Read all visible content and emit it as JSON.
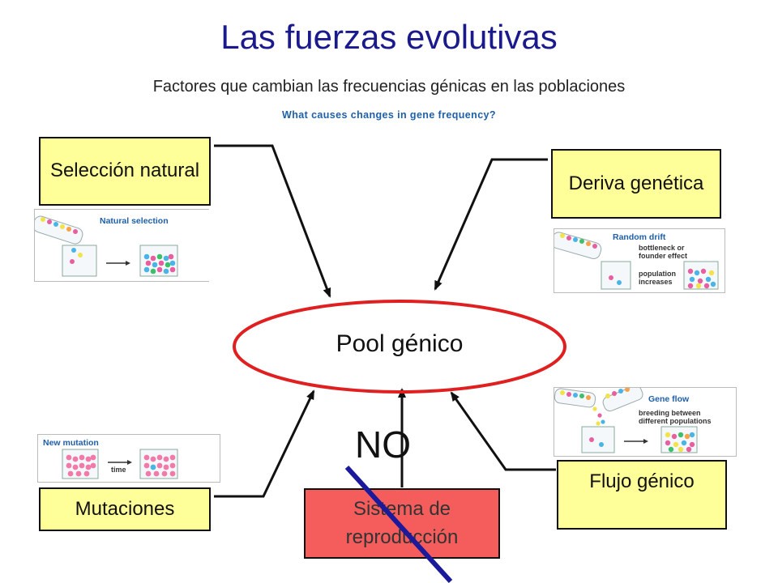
{
  "slide": {
    "title": "Las fuerzas evolutivas",
    "subtitle": "Factores que cambian las frecuencias génicas en las poblaciones",
    "figure_caption": "What causes changes in gene frequency?"
  },
  "center": {
    "label": "Pool génico"
  },
  "factors": {
    "seleccion": "Selección natural",
    "deriva": "Deriva genética",
    "mutaciones": "Mutaciones",
    "flujo": "Flujo génico",
    "sistema": "Sistema de reproducción"
  },
  "negation": "NO",
  "panels": {
    "natural_selection": {
      "label": "Natural selection"
    },
    "random_drift": {
      "label": "Random drift",
      "note1": "bottleneck or\nfounder effect",
      "note2": "population\nincreases"
    },
    "new_mutation": {
      "label": "New mutation",
      "note": "time"
    },
    "gene_flow": {
      "label": "Gene flow",
      "note": "breeding between\ndifferent populations"
    }
  },
  "colors": {
    "title": "#1a1a8c",
    "box_fill": "#ffff99",
    "red_box": "#f55d5d",
    "ellipse": "#e02020",
    "strike": "#1a1a9a",
    "caption": "#1f5fa8"
  }
}
